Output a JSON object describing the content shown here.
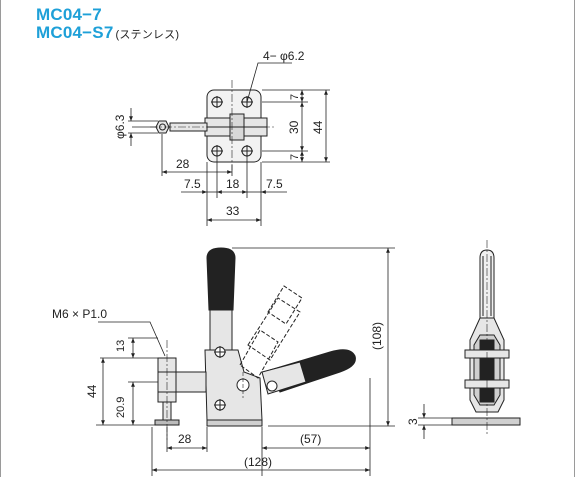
{
  "title": {
    "line1": "MC04−7",
    "line2": "MC04−S7",
    "line2_note": "(ステンレス)"
  },
  "top_view": {
    "hole_note": "4− φ6.2",
    "handle_dia": "φ6.3",
    "dim_7_top": "7",
    "dim_30": "30",
    "dim_44": "44",
    "dim_7_bottom": "7",
    "dim_28": "28",
    "dim_7_5_left": "7.5",
    "dim_18": "18",
    "dim_7_5_right": "7.5",
    "dim_33": "33"
  },
  "front_view": {
    "thread_label": "M6 × P1.0",
    "dim_13": "13",
    "dim_44": "44",
    "dim_20_9": "20.9",
    "dim_28": "28",
    "dim_57": "(57)",
    "dim_128": "(128)",
    "dim_108": "(108)"
  },
  "side_view": {
    "dim_3": "3"
  },
  "colors": {
    "title": "#1ea0d8",
    "line": "#222222",
    "fill_dark": "#222222",
    "fill_part": "#e6e6e6"
  }
}
